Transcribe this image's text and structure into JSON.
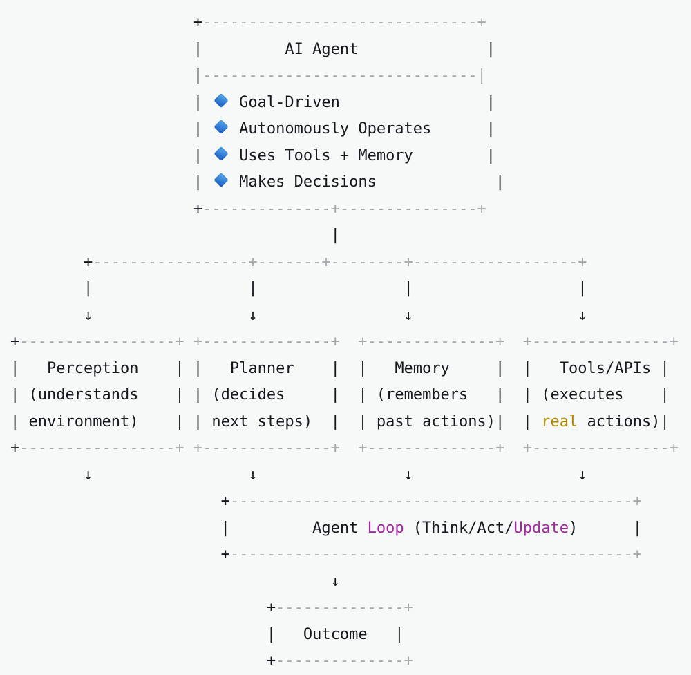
{
  "colors": {
    "bg": "#f7f8f8",
    "text": "#16191d",
    "dim": "#a6a9ac",
    "keyword": "#a626a4",
    "type": "#b08800",
    "diamond_light": "#58a9ee",
    "diamond_dark": "#1a5dc2"
  },
  "icons": {
    "bullet": "blue-diamond"
  },
  "nodes": {
    "agent": {
      "title": "AI Agent",
      "bullets": [
        "Goal-Driven",
        "Autonomously Operates",
        "Uses Tools + Memory",
        "Makes Decisions"
      ]
    },
    "components": [
      {
        "title": "Perception",
        "desc": "(understands environment)"
      },
      {
        "title": "Planner",
        "desc": "(decides next steps)"
      },
      {
        "title": "Memory",
        "desc": "(remembers past actions)"
      },
      {
        "title": "Tools/APIs",
        "desc": "(executes real actions)"
      }
    ],
    "loop": {
      "title": "Agent Loop (Think/Act/Update)",
      "highlighted_words": [
        "Loop",
        "Update"
      ],
      "type_word": "real"
    },
    "outcome": {
      "title": "Outcome"
    }
  },
  "diagram": {
    "lines": [
      {
        "n": "agent-box-top-border",
        "s": [
          {
            "t": "                    +"
          },
          {
            "t": "------------------------------",
            "c": "dim"
          },
          {
            "t": "+",
            "c": "dim"
          }
        ]
      },
      {
        "n": "agent-box-title-row",
        "s": [
          {
            "t": "                    |         "
          },
          {
            "t": "AI Agent",
            "n": "ai-agent-title"
          },
          {
            "t": "              |"
          }
        ]
      },
      {
        "n": "agent-box-separator",
        "s": [
          {
            "t": "                    |"
          },
          {
            "t": "------------------------------",
            "c": "dim"
          },
          {
            "t": "|",
            "c": "dim"
          }
        ]
      },
      {
        "n": "agent-bullet-goal-driven",
        "s": [
          {
            "t": "                    | "
          },
          {
            "i": "blue-diamond"
          },
          {
            "t": " "
          },
          {
            "t": "Goal-Driven",
            "n": "bullet-goal-driven-label"
          },
          {
            "t": "                |"
          }
        ]
      },
      {
        "n": "agent-bullet-autonomously-operates",
        "s": [
          {
            "t": "                    | "
          },
          {
            "i": "blue-diamond"
          },
          {
            "t": " "
          },
          {
            "t": "Autonomously Operates",
            "n": "bullet-autonomously-operates-label"
          },
          {
            "t": "      |"
          }
        ]
      },
      {
        "n": "agent-bullet-uses-tools-memory",
        "s": [
          {
            "t": "                    | "
          },
          {
            "i": "blue-diamond"
          },
          {
            "t": " "
          },
          {
            "t": "Uses Tools + Memory",
            "n": "bullet-uses-tools-memory-label"
          },
          {
            "t": "        |"
          }
        ]
      },
      {
        "n": "agent-bullet-makes-decisions",
        "s": [
          {
            "t": "                    | "
          },
          {
            "i": "blue-diamond"
          },
          {
            "t": " "
          },
          {
            "t": "Makes Decisions",
            "n": "bullet-makes-decisions-label"
          },
          {
            "t": "             |"
          }
        ]
      },
      {
        "n": "agent-box-bottom-border",
        "s": [
          {
            "t": "                    +"
          },
          {
            "t": "--------------+---------------+",
            "c": "dim"
          }
        ]
      },
      {
        "n": "connector-stem",
        "s": [
          {
            "t": "                                   |"
          }
        ]
      },
      {
        "n": "branch-line",
        "s": [
          {
            "t": "        +"
          },
          {
            "t": "-----------------+-------+--------+------------------+",
            "c": "dim"
          }
        ]
      },
      {
        "n": "branch-pipes",
        "s": [
          {
            "t": "        |                 |                |                  |"
          }
        ]
      },
      {
        "n": "branch-arrows",
        "s": [
          {
            "t": "        ↓                 ↓                ↓                  ↓"
          }
        ]
      },
      {
        "n": "component-boxes-top-border",
        "s": [
          {
            "t": "+"
          },
          {
            "t": "-----------------+ +--------------+  +--------------+  +---------------+",
            "c": "dim"
          }
        ]
      },
      {
        "n": "component-titles-row",
        "s": [
          {
            "t": "|   "
          },
          {
            "t": "Perception",
            "n": "perception-title"
          },
          {
            "t": "    | |   "
          },
          {
            "t": "Planner",
            "n": "planner-title"
          },
          {
            "t": "    |  |   "
          },
          {
            "t": "Memory",
            "n": "memory-title"
          },
          {
            "t": "     |  |   "
          },
          {
            "t": "Tools/APIs",
            "n": "tools-apis-title"
          },
          {
            "t": " |"
          }
        ]
      },
      {
        "n": "component-desc-row-1",
        "s": [
          {
            "t": "| "
          },
          {
            "t": "(understands",
            "n": "perception-desc-line1"
          },
          {
            "t": "    | | "
          },
          {
            "t": "(decides",
            "n": "planner-desc-line1"
          },
          {
            "t": "     |  | "
          },
          {
            "t": "(remembers",
            "n": "memory-desc-line1"
          },
          {
            "t": "   |  | "
          },
          {
            "t": "(executes",
            "n": "tools-apis-desc-line1"
          },
          {
            "t": "    |"
          }
        ]
      },
      {
        "n": "component-desc-row-2",
        "s": [
          {
            "t": "| "
          },
          {
            "t": "environment)",
            "n": "perception-desc-line2"
          },
          {
            "t": "    | | "
          },
          {
            "t": "next steps)",
            "n": "planner-desc-line2"
          },
          {
            "t": "  |  | "
          },
          {
            "t": "past actions)",
            "n": "memory-desc-line2"
          },
          {
            "t": "|  | "
          },
          {
            "t": "real",
            "c": "type",
            "n": "tools-apis-real-keyword"
          },
          {
            "t": " "
          },
          {
            "t": "actions)",
            "n": "tools-apis-desc-line2"
          },
          {
            "t": "|"
          }
        ]
      },
      {
        "n": "component-boxes-bottom-border",
        "s": [
          {
            "t": "+"
          },
          {
            "t": "-----------------+ +--------------+  +--------------+  +---------------+",
            "c": "dim"
          }
        ]
      },
      {
        "n": "component-arrows",
        "s": [
          {
            "t": "        ↓                 ↓                ↓                  ↓"
          }
        ]
      },
      {
        "n": "loop-box-top-border",
        "s": [
          {
            "t": "                       +"
          },
          {
            "t": "--------------------------------------------+",
            "c": "dim"
          }
        ]
      },
      {
        "n": "loop-box-title-row",
        "s": [
          {
            "t": "                       |         "
          },
          {
            "t": "Agent ",
            "n": "loop-title-agent"
          },
          {
            "t": "Loop",
            "c": "kw",
            "n": "loop-keyword"
          },
          {
            "t": " (Think/Act/",
            "n": "loop-title-think-act"
          },
          {
            "t": "Update",
            "c": "kw",
            "n": "update-keyword"
          },
          {
            "t": ")"
          },
          {
            "t": "      |"
          }
        ]
      },
      {
        "n": "loop-box-bottom-border",
        "s": [
          {
            "t": "                       +"
          },
          {
            "t": "--------------------------------------------+",
            "c": "dim"
          }
        ]
      },
      {
        "n": "outcome-arrow",
        "s": [
          {
            "t": "                                   ↓"
          }
        ]
      },
      {
        "n": "outcome-box-top-border",
        "s": [
          {
            "t": "                            +"
          },
          {
            "t": "--------------+",
            "c": "dim"
          }
        ]
      },
      {
        "n": "outcome-title-row",
        "s": [
          {
            "t": "                            |   "
          },
          {
            "t": "Outcome",
            "n": "outcome-title"
          },
          {
            "t": "   |"
          }
        ]
      },
      {
        "n": "outcome-box-bottom-border",
        "s": [
          {
            "t": "                            +"
          },
          {
            "t": "--------------+",
            "c": "dim"
          }
        ]
      }
    ]
  }
}
